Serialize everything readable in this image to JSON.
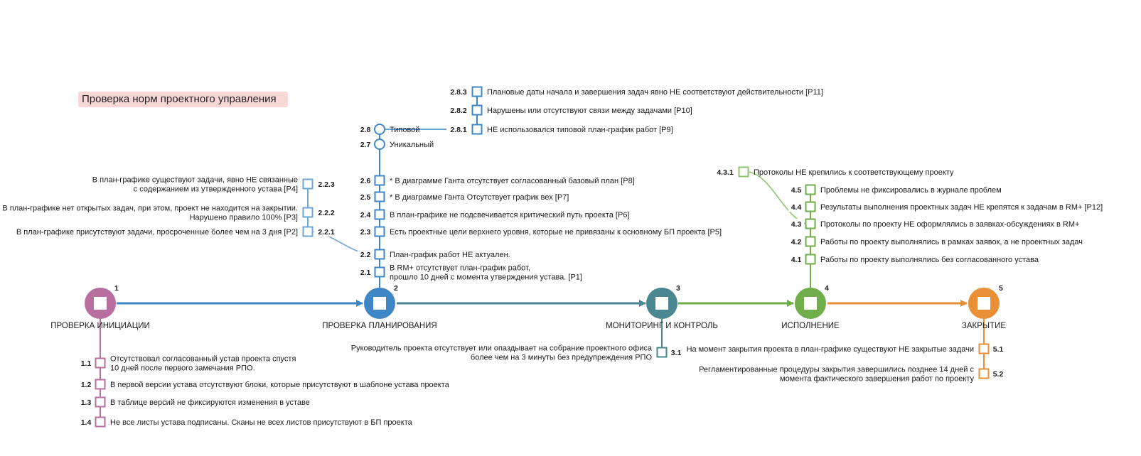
{
  "title": "Проверка норм проектного управления",
  "colors": {
    "initiation": "#b86e9f",
    "planning": "#3e86c6",
    "planning_light": "#6fa6d8",
    "monitoring": "#4a8791",
    "execution": "#6fae4a",
    "execution_light": "#8fc470",
    "closing": "#e98f36"
  },
  "stages": [
    {
      "id": "1",
      "label": "ПРОВЕРКА ИНИЦИАЦИИ"
    },
    {
      "id": "2",
      "label": "ПРОВЕРКА ПЛАНИРОВАНИЯ"
    },
    {
      "id": "3",
      "label": "МОНИТОРИНГ И КОНТРОЛЬ"
    },
    {
      "id": "4",
      "label": "ИСПОЛНЕНИЕ"
    },
    {
      "id": "5",
      "label": "ЗАКРЫТИЕ"
    }
  ],
  "items": {
    "i1_1": {
      "num": "1.1",
      "lines": [
        "Отсутствовал согласованный устав проекта спустя",
        "10 дней после первого замечания РПО."
      ]
    },
    "i1_2": {
      "num": "1.2",
      "lines": [
        "В первой версии устава отсутствуют блоки, которые присутствуют в шаблоне устава проекта"
      ]
    },
    "i1_3": {
      "num": "1.3",
      "lines": [
        "В таблице версий не фиксируются изменения в уставе"
      ]
    },
    "i1_4": {
      "num": "1.4",
      "lines": [
        "Не все листы устава подписаны. Сканы не всех листов присутствуют в БП проекта"
      ]
    },
    "i2_1": {
      "num": "2.1",
      "lines": [
        "В RM+ отсутствует план-график работ,",
        "прошло 10 дней с момента утверждения устава. [P1]"
      ]
    },
    "i2_2": {
      "num": "2.2",
      "lines": [
        "План-график работ НЕ актуален."
      ]
    },
    "i2_3": {
      "num": "2.3",
      "lines": [
        "Есть проектные цели верхнего уровня, которые не привязаны к основному БП проекта [P5]"
      ]
    },
    "i2_4": {
      "num": "2.4",
      "lines": [
        "В план-графике не подсвечивается критический путь проекта [P6]"
      ]
    },
    "i2_5": {
      "num": "2.5",
      "lines": [
        "* В диаграмме Ганта Отсутствует график вех [P7]"
      ]
    },
    "i2_6": {
      "num": "2.6",
      "lines": [
        "* В диаграмме Ганта отсутствует согласованный базовый план [P8]"
      ]
    },
    "i2_7": {
      "num": "2.7",
      "lines": [
        "Уникальный"
      ]
    },
    "i2_8": {
      "num": "2.8",
      "lines": [
        "Типовой"
      ]
    },
    "i2_8_1": {
      "num": "2.8.1",
      "lines": [
        "НЕ использовался типовой план-график работ [P9]"
      ]
    },
    "i2_8_2": {
      "num": "2.8.2",
      "lines": [
        "Нарушены или отсутствуют связи между задачами [P10]"
      ]
    },
    "i2_8_3": {
      "num": "2.8.3",
      "lines": [
        "Плановые даты начала и завершения задач явно НЕ соответствуют действительности [P11]"
      ]
    },
    "i2_2_1": {
      "num": "2.2.1",
      "lines": [
        "В план-графике присутствуют задачи, просроченные более чем на 3 дня [P2]"
      ]
    },
    "i2_2_2": {
      "num": "2.2.2",
      "lines": [
        "В план-графике нет открытых задач, при этом, проект не находится на закрытии.",
        "Нарушено правило 100% [P3]"
      ]
    },
    "i2_2_3": {
      "num": "2.2.3",
      "lines": [
        "В план-графике существуют задачи, явно НЕ связанные",
        "с содержанием из утвержденного устава [P4]"
      ]
    },
    "i3_1": {
      "num": "3.1",
      "lines": [
        "Руководитель проекта отсутствует или опаздывает на собрание проектного офиса",
        "более чем на 3 минуты без предупреждения РПО"
      ]
    },
    "i4_1": {
      "num": "4.1",
      "lines": [
        "Работы по проекту выполнялись без согласованного устава"
      ]
    },
    "i4_2": {
      "num": "4.2",
      "lines": [
        "Работы по проекту выполнялись в рамках заявок, а не проектных задач"
      ]
    },
    "i4_3": {
      "num": "4.3",
      "lines": [
        "Протоколы по проекту НЕ оформлялись в заявках-обсуждениях в RM+"
      ]
    },
    "i4_4": {
      "num": "4.4",
      "lines": [
        "Результаты выполнения проектных задач НЕ крепятся к задачам в RM+ [P12]"
      ]
    },
    "i4_5": {
      "num": "4.5",
      "lines": [
        "Проблемы не фиксировались в журнале проблем"
      ]
    },
    "i4_3_1": {
      "num": "4.3.1",
      "lines": [
        "Протоколы НЕ крепились к соответствующему проекту"
      ]
    },
    "i5_1": {
      "num": "5.1",
      "lines": [
        "На момент закрытия проекта в план-графике существуют НЕ закрытые задачи"
      ]
    },
    "i5_2": {
      "num": "5.2",
      "lines": [
        "Регламентированные процедуры закрытия завершились позднее 14 дней с",
        "момента фактического завершения работ по проекту"
      ]
    }
  }
}
